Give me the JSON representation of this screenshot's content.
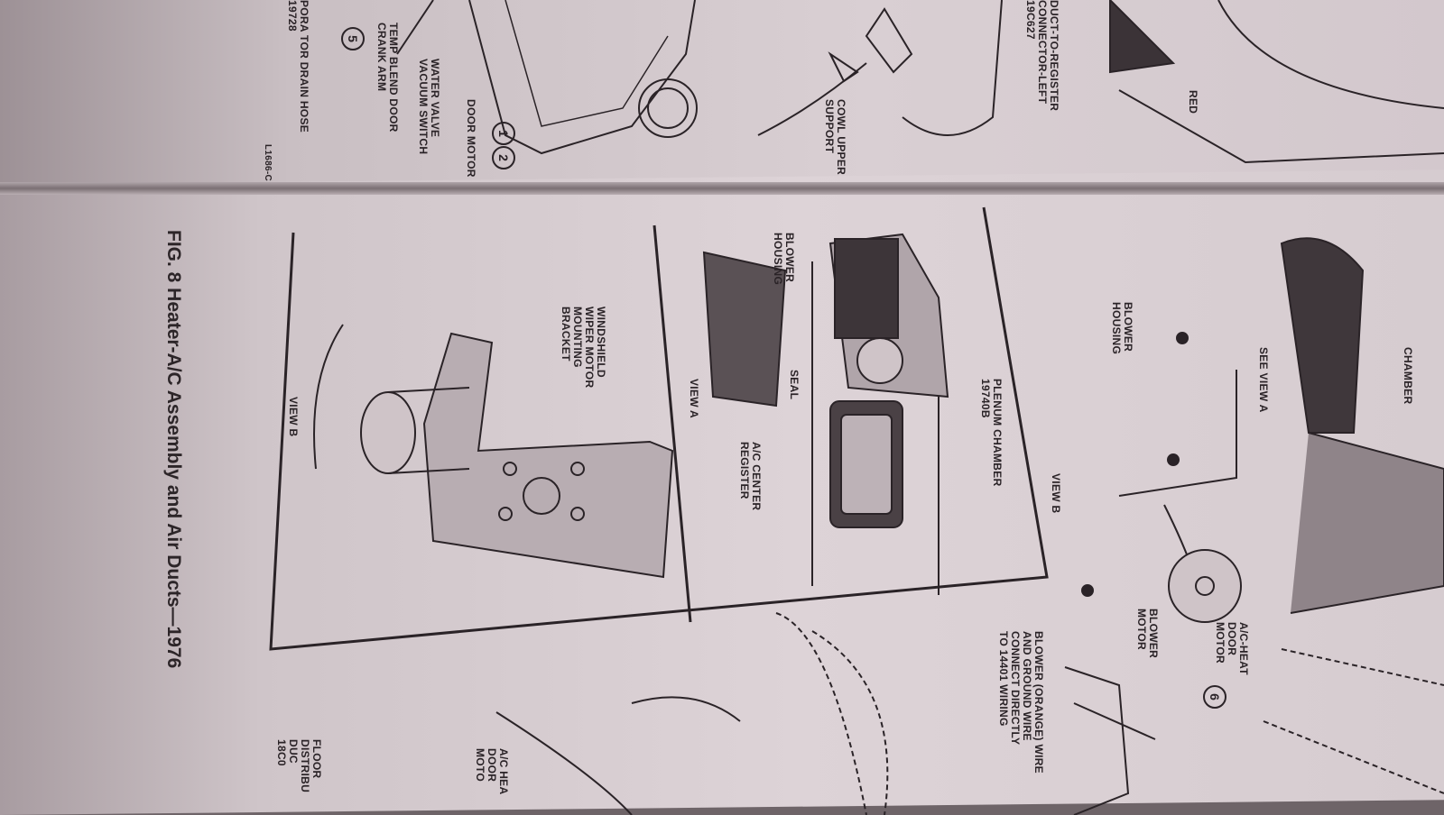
{
  "top_page": {
    "labels": {
      "duct_connector": "DUCT-TO-REGISTER\nCONNECTOR-LEFT\n19C627",
      "red": "RED",
      "cowl_support": "COWL UPPER\nSUPPORT",
      "door_motor": "DOOR MOTOR",
      "water_valve": "WATER VALVE\nVACUUM SWITCH",
      "temp_blend": "TEMP BLEND DOOR\nCRANK ARM",
      "drain_hose": "PORA TOR DRAIN HOSE\n19728",
      "figure_code": "L1686-C"
    },
    "callouts": {
      "one": "1",
      "two": "2",
      "five": "5"
    }
  },
  "bottom_page": {
    "caption": "FIG. 8 Heater-A/C Assembly and Air Ducts—1976",
    "labels": {
      "blower_housing_a": "BLOWER\nHOUSING",
      "wiper_bracket": "WINDSHIELD\nWIPER MOTOR\nMOUNTING\nBRACKET",
      "view_b_inset": "VIEW B",
      "view_a": "VIEW A",
      "seal": "SEAL",
      "plenum": "PLENUM CHAMBER\n19740B",
      "center_register": "A/C CENTER\nREGISTER",
      "view_b": "VIEW B",
      "blower_housing_b": "BLOWER\nHOUSING",
      "see_view_a": "SEE VIEW A",
      "chamber": "CHAMBER",
      "door_motor": "A/C-HEAT\nDOOR\nMOTOR",
      "blower_motor": "BLOWER\nMOTOR",
      "wiring_note": "BLOWER (ORANGE) WIRE\nAND GROUND WIRE\nCONNECT DIRECTLY\nTO 14401 WIRING",
      "heat_door_motor_lower": "A/C HEA\nDOOR\nMOTO",
      "floor_duct": "FLOOR\nDISTRIBU\nDUC\n18C0"
    },
    "callouts": {
      "six": "6"
    }
  }
}
